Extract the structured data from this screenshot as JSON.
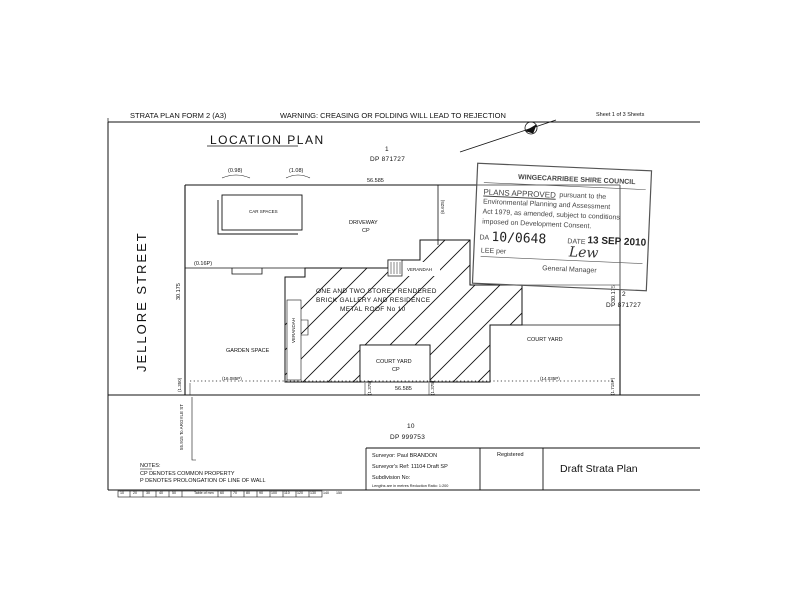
{
  "header": {
    "form": "STRATA PLAN FORM 2 (A3)",
    "warning": "WARNING: CREASING OR FOLDING WILL LEAD TO REJECTION",
    "sheet": "Sheet 1 of 3 Sheets"
  },
  "plan": {
    "title": "LOCATION PLAN",
    "lot_top": "1",
    "dp_top": "DP 871727",
    "lot_right": "2",
    "dp_right": "DP 871727",
    "lot_bottom": "10",
    "dp_bottom": "DP 999753",
    "street": "JELLORE   STREET",
    "dim_top": "56.585",
    "dim_bottom": "56.585",
    "dim_left": "30.175",
    "dim_right": "30.175",
    "offset_098": "(0.98)",
    "offset_108": "(1.08)",
    "offset_016p": "(0.16P)",
    "offset_6625": "(6.625)",
    "offset_16085p": "(16.085P)",
    "offset_14035p": "(14.035P)",
    "offset_1375a": "(1.375)",
    "offset_1375b": "(1.375)",
    "offset_1375c": "(1.375)",
    "offset_1350": "(1.350)",
    "offset_1715p": "(1.715P)",
    "argyle": "55.915 To ARGYLE ST",
    "car_spaces": "CAR SPACES",
    "driveway": "DRIVEWAY",
    "driveway_cp": "CP",
    "verandah": "VERANDAH",
    "verandah_side": "VERANDAH",
    "building_line1": "ONE AND TWO STOREY RENDERED",
    "building_line2": "BRICK GALLERY AND RESIDENCE",
    "building_line3": "METAL ROOF No 10",
    "garden": "GARDEN SPACE",
    "court_yard": "COURT YARD",
    "court_yard_cp": "CP",
    "court_yard_right": "COURT YARD"
  },
  "stamp": {
    "council": "WINGECARRIBEE SHIRE COUNCIL",
    "approved": "PLANS APPROVED",
    "line1": "pursuant to the",
    "line2": "Environmental Planning and Assessment",
    "line3": "Act 1979, as amended, subject to conditions",
    "line4": "imposed on Development Consent.",
    "da_prefix": "DA",
    "da_number": "10/0648",
    "date_label": "DATE",
    "date_value": "13 SEP 2010",
    "per": "LEE per",
    "signature": "Lew",
    "title": "General Manager"
  },
  "notes": {
    "heading": "NOTES:",
    "cp": "CP DENOTES COMMON PROPERTY",
    "p": "P DENOTES PROLONGATION OF LINE OF WALL"
  },
  "scale": {
    "left": [
      "10",
      "20",
      "30",
      "40",
      "50"
    ],
    "caption": "Table of mm",
    "right": [
      "60",
      "70",
      "80",
      "90",
      "100",
      "110",
      "120",
      "130",
      "140",
      "150"
    ]
  },
  "titleblock": {
    "surveyor": "Surveyor: Paul BRANDON",
    "ref": "Surveyor's Ref: 11104 Draft SP",
    "subdivision": "Subdivision No:",
    "lengths": "Lengths are in metres  Reduction Ratio: 1:200",
    "registered": "Registered",
    "plan_name": "Draft Strata Plan"
  }
}
